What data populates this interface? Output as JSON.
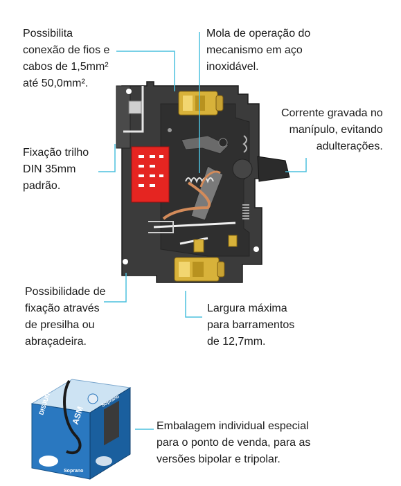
{
  "callouts": {
    "wire_gauge": [
      "Possibilita",
      "conexão de fios e",
      "cabos de 1,5mm²",
      "até 50,0mm²."
    ],
    "spring": [
      "Mola de operação do",
      "mecanismo em aço",
      "inoxidável."
    ],
    "lever": [
      "Corrente gravada no",
      "manípulo, evitando",
      "adulterações."
    ],
    "din_rail": [
      "Fixação trilho",
      "DIN 35mm",
      "padrão."
    ],
    "clip": [
      "Possibilidade de",
      "fixação através",
      "de presilha ou",
      "abraçadeira."
    ],
    "busbar": [
      "Largura máxima",
      "para barramentos",
      "de 12,7mm."
    ],
    "packaging": [
      "Embalagem individual especial",
      "para o ponto de venda, para as",
      "versões bipolar e tripolar."
    ]
  },
  "package_print": {
    "brand": "Soprano",
    "product": "DISJUNTOR",
    "rating": "ASM"
  },
  "colors": {
    "leader": "#4cc0de",
    "body": "#3a3a3a",
    "contact_red": "#e52521",
    "brass": "#d8b23a",
    "box_blue": "#1f6fb8"
  }
}
